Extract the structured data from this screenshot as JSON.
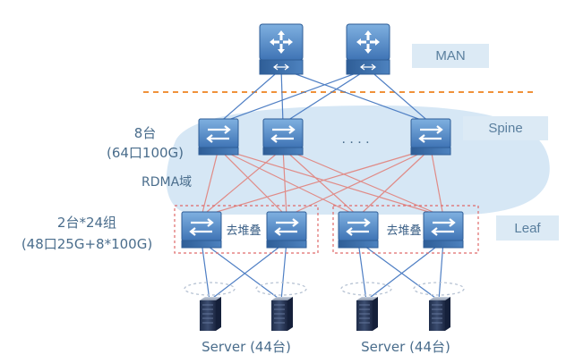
{
  "layers": {
    "man": "MAN",
    "spine": "Spine",
    "leaf": "Leaf"
  },
  "spine_info": {
    "count": "8台",
    "ports": "(64口100G)"
  },
  "rdma_domain": "RDMA域",
  "leaf_info": {
    "groups": "2台*24组",
    "ports": "(48口25G+8*100G)"
  },
  "spine_ellipsis": ". . . .",
  "destack_label": "去堆叠",
  "server_groups": [
    {
      "label": "Server (44台)"
    },
    {
      "label": "Server (44台)"
    }
  ],
  "colors": {
    "blue_link": "#4f7fc4",
    "red_link": "#e08b87",
    "orange_divider": "#f0913a",
    "domain_fill": "#cfe3f3",
    "device_blue": "#5b8fc9",
    "tag_fill": "#dceaf5"
  },
  "icons": {
    "core": "router-icon",
    "switch": "switch-icon",
    "server": "server-icon"
  }
}
